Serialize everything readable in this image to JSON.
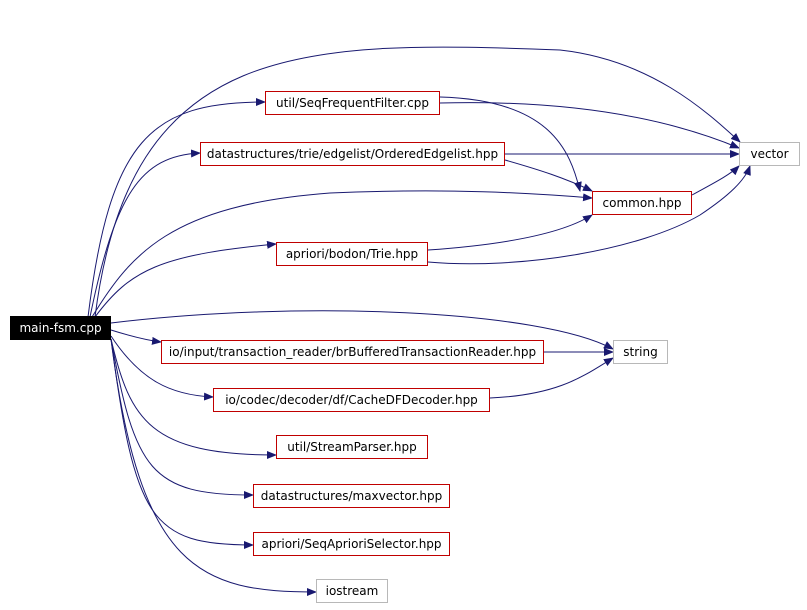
{
  "colors": {
    "edge": "#191970",
    "local_border": "#c00000",
    "external_border": "#b8b8b8",
    "root_fill": "#000000",
    "root_text": "#ffffff"
  },
  "nodes": {
    "main": "main-fsm.cpp",
    "seq_frequent_filter": "util/SeqFrequentFilter.cpp",
    "ordered_edgelist": "datastructures/trie/edgelist/OrderedEdgelist.hpp",
    "common": "common.hpp",
    "vector": "vector",
    "trie": "apriori/bodon/Trie.hpp",
    "buffered_reader": "io/input/transaction_reader/brBufferedTransactionReader.hpp",
    "string": "string",
    "cache_decoder": "io/codec/decoder/df/CacheDFDecoder.hpp",
    "stream_parser": "util/StreamParser.hpp",
    "maxvector": "datastructures/maxvector.hpp",
    "apriori_selector": "apriori/SeqAprioriSelector.hpp",
    "iostream": "iostream"
  }
}
